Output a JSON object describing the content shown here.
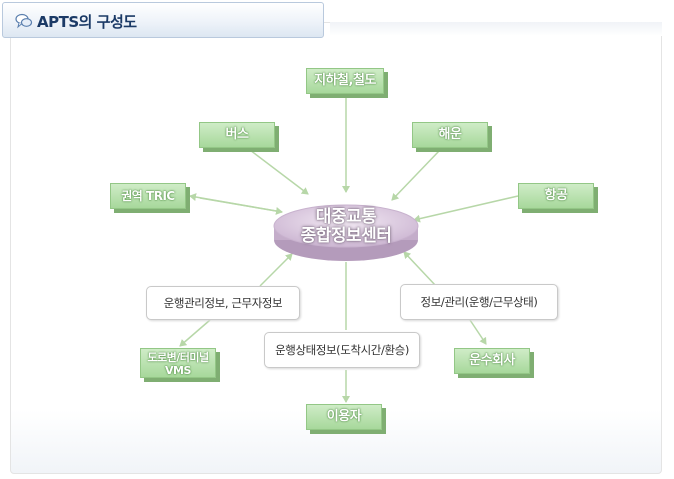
{
  "title": "APTS의 구성도",
  "center": {
    "line1": "대중교통",
    "line2": "종합정보센터"
  },
  "nodes": {
    "subway": "지하철,철도",
    "bus": "버스",
    "ship": "해운",
    "tric": "권역 TRIC",
    "air": "항공",
    "operator": "운수회사",
    "user": "이용자",
    "vms_line1": "도로변/터미널",
    "vms_line2": "VMS"
  },
  "labels": {
    "left_info": "운행관리정보, 근무자정보",
    "right_info": "정보/관리(운행/근무상태)",
    "bottom_info": "운행상태정보(도착시간/환승)"
  },
  "colors": {
    "node_green": "#a7d89b",
    "center_purple": "#d9c7de",
    "arrow": "#b7d7a8"
  }
}
